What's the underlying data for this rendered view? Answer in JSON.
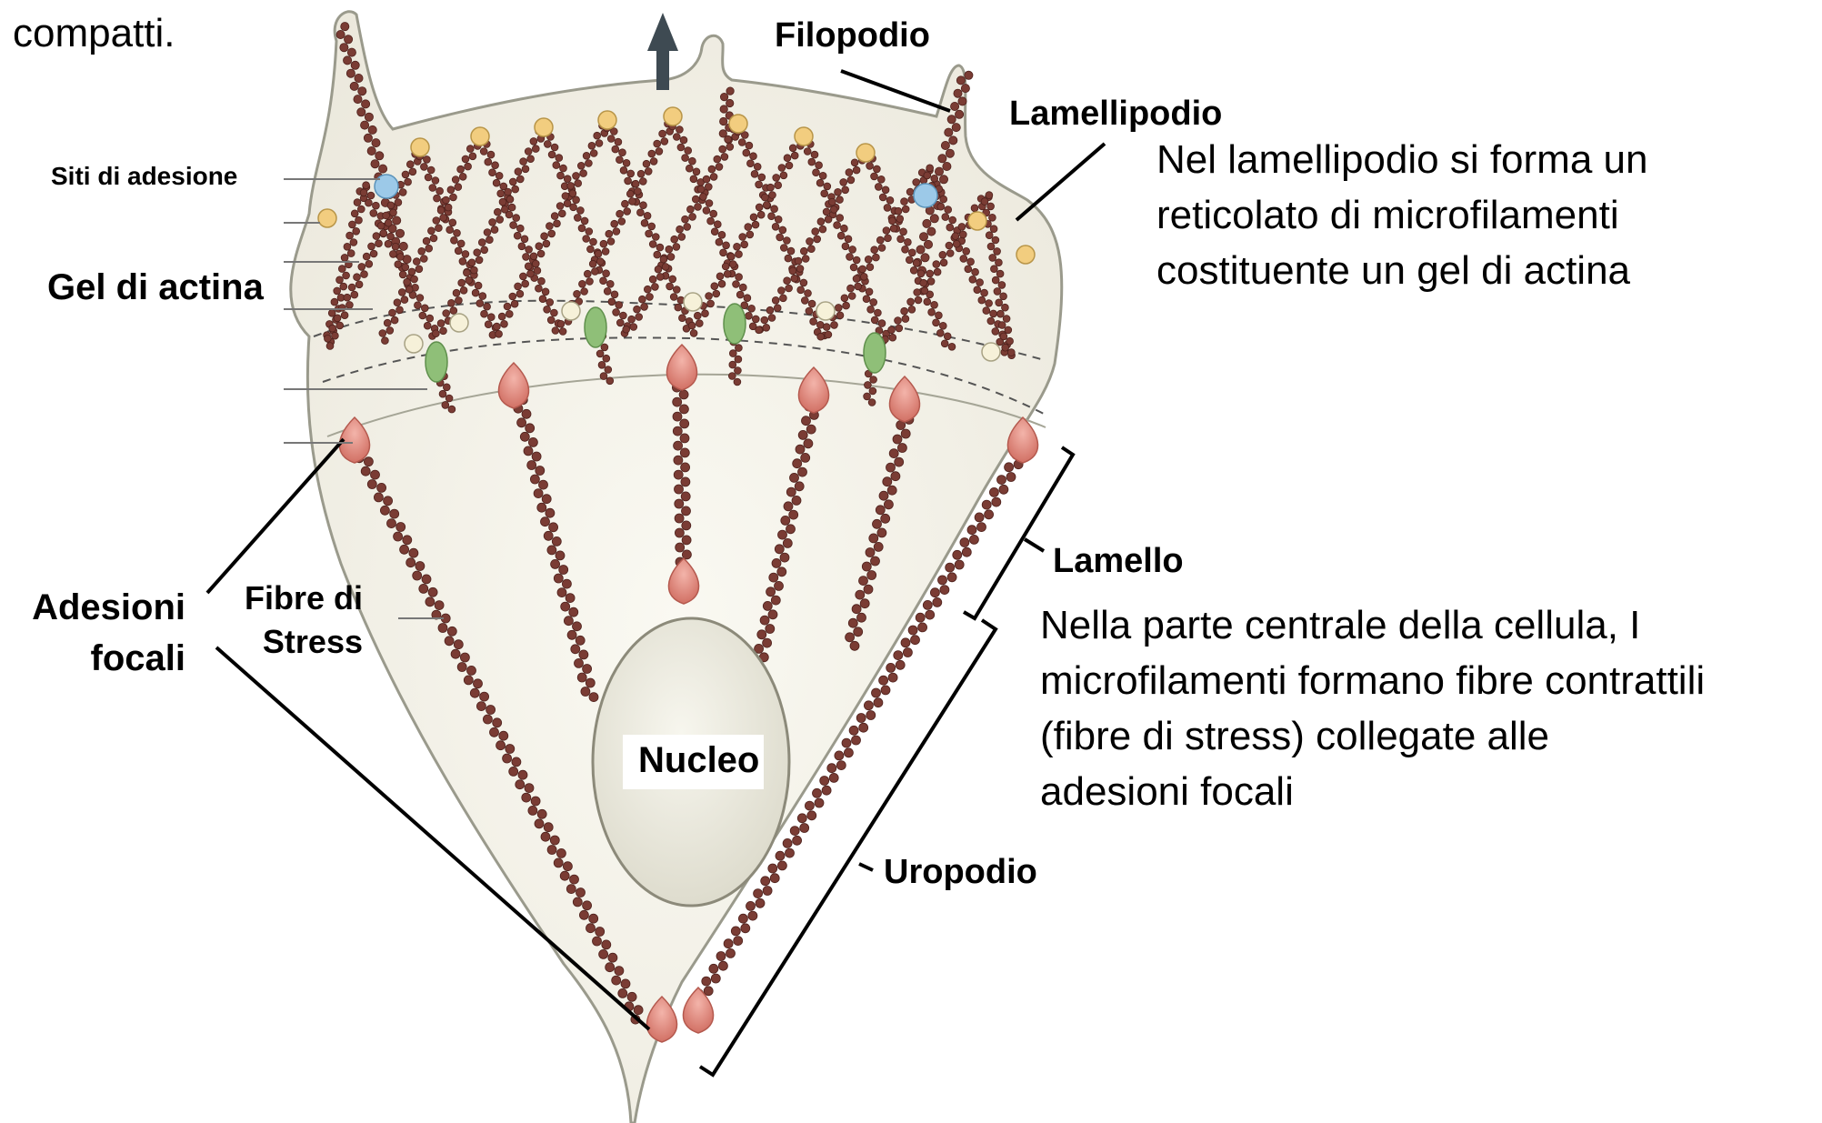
{
  "intro_text_fragment": "compatti.",
  "labels": {
    "filopodio": "Filopodio",
    "lamellipodio": "Lamellipodio",
    "siti_adesione": "Siti di adesione",
    "gel_actina": "Gel di actina",
    "adesioni_focali": [
      "Adesioni",
      "focali"
    ],
    "fibre_stress": [
      "Fibre di",
      "Stress"
    ],
    "lamello": "Lamello",
    "nucleo": "Nucleo",
    "uropodio": "Uropodio"
  },
  "descriptions": {
    "lamellipodio": [
      "Nel lamellipodio si forma un",
      "reticolato di microfilamenti",
      "costituente un gel di actina"
    ],
    "lamello": [
      "Nella parte centrale della cellula, I",
      "microfilamenti formano fibre contrattili",
      "(fibre di stress)  collegate alle",
      "adesioni focali"
    ]
  },
  "colors": {
    "cell_fill": "#f1efe6",
    "cell_outline": "#9a9a8c",
    "actin_filament": "#7a3c34",
    "adhesion_site_blue": "#9cc9e8",
    "adhesion_site_yellow": "#f2cd7f",
    "adhesion_site_pale": "#f6f1d9",
    "adhesion_site_green": "#8fbf78",
    "focal_adhesion_red": "#d9786c",
    "nucleus_fill": "#ecebdf",
    "arrow": "#3e4a52",
    "label_line": "#000000"
  }
}
